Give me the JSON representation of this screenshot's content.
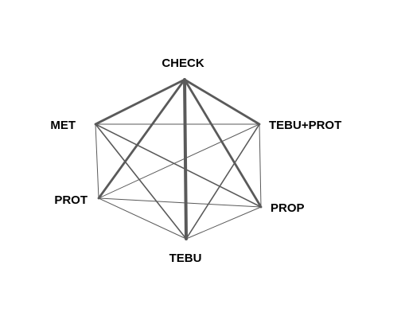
{
  "network": {
    "edge_color": "#5a5a5a",
    "label_color": "#000000",
    "nodes": [
      {
        "id": "check",
        "label": "CHECK"
      },
      {
        "id": "tebu_prot",
        "label": "TEBU+PROT"
      },
      {
        "id": "prop",
        "label": "PROP"
      },
      {
        "id": "tebu",
        "label": "TEBU"
      },
      {
        "id": "prot",
        "label": "PROT"
      },
      {
        "id": "met",
        "label": "MET"
      }
    ],
    "edges": [
      {
        "from": "check",
        "to": "tebu",
        "weight": 4
      },
      {
        "from": "check",
        "to": "met",
        "weight": 3
      },
      {
        "from": "check",
        "to": "tebu_prot",
        "weight": 3
      },
      {
        "from": "check",
        "to": "prot",
        "weight": 3
      },
      {
        "from": "check",
        "to": "prop",
        "weight": 3
      },
      {
        "from": "met",
        "to": "tebu_prot",
        "weight": 1
      },
      {
        "from": "met",
        "to": "prot",
        "weight": 1
      },
      {
        "from": "met",
        "to": "tebu",
        "weight": 2
      },
      {
        "from": "met",
        "to": "prop",
        "weight": 2
      },
      {
        "from": "tebu_prot",
        "to": "prot",
        "weight": 1
      },
      {
        "from": "tebu_prot",
        "to": "tebu",
        "weight": 2
      },
      {
        "from": "tebu_prot",
        "to": "prop",
        "weight": 1
      },
      {
        "from": "prot",
        "to": "prop",
        "weight": 1
      },
      {
        "from": "prot",
        "to": "tebu",
        "weight": 1
      },
      {
        "from": "tebu",
        "to": "prop",
        "weight": 1
      }
    ]
  }
}
